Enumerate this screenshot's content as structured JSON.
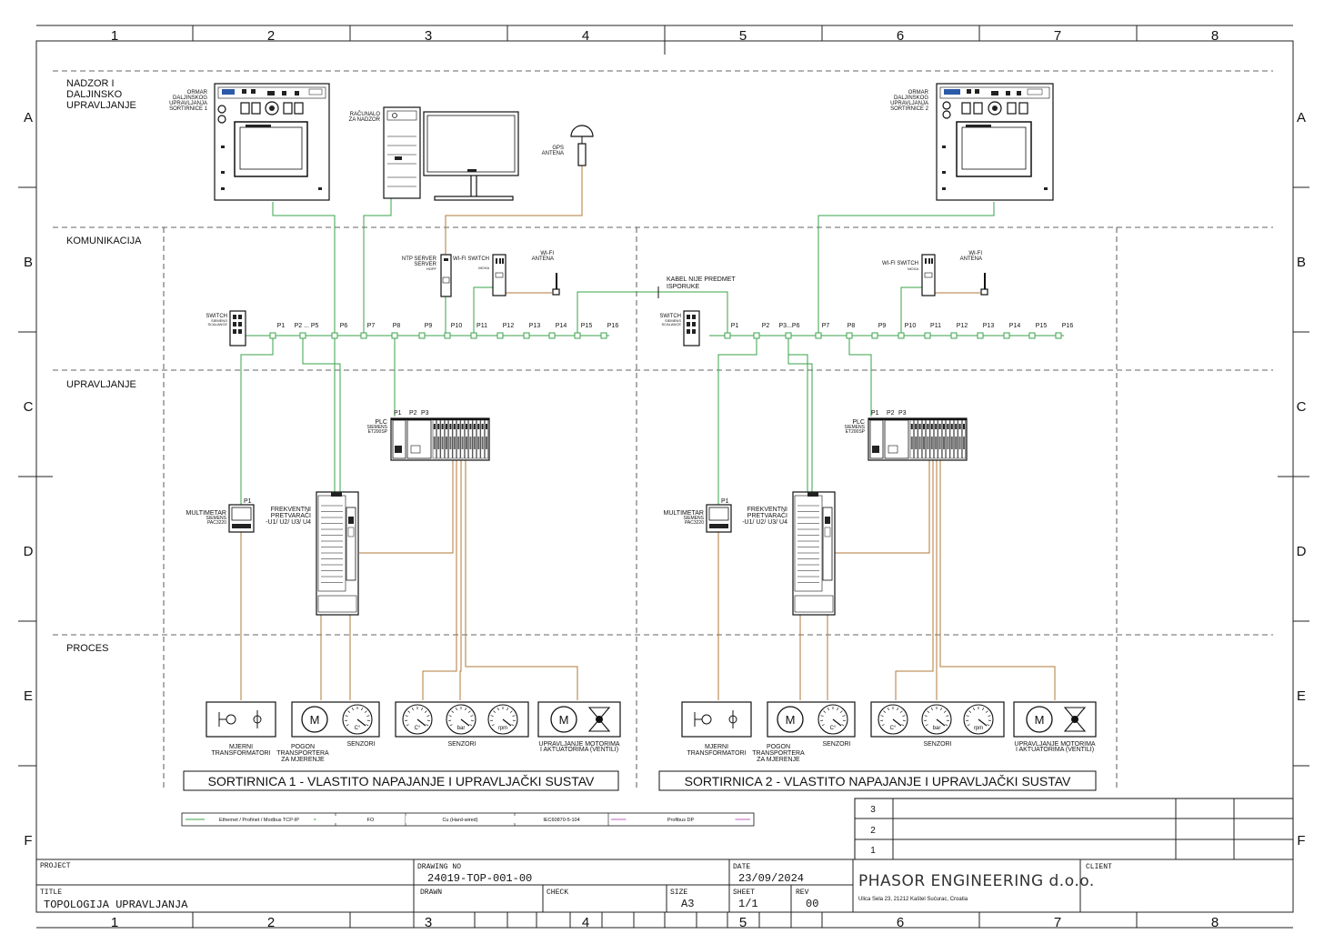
{
  "frame": {
    "columns": [
      "1",
      "2",
      "3",
      "4",
      "5",
      "6",
      "7",
      "8"
    ],
    "rows": [
      "A",
      "B",
      "C",
      "D",
      "E",
      "F"
    ]
  },
  "sections": {
    "monitoring": "NADZOR I DALJINSKO UPRAVLJANJE",
    "communication": "KOMUNIKACIJA",
    "control": "UPRAVLJANJE",
    "process": "PROCES"
  },
  "devices": {
    "cabinet1": "ORMAR DALJINSKOG UPRAVLJANJA SORTIRNICE 1",
    "cabinet2": "ORMAR DALJINSKOG UPRAVLJANJA SORTIRNICE 2",
    "pc": "RAČUNALO ZA NADZOR",
    "gps": "GPS ANTENA",
    "ntp": "NTP SERVER",
    "ntp_model": "HOPF",
    "wifi_switch": "WI-FI SWITCH",
    "wifi_switch_model": "MOXA",
    "wifi_antenna": "WI-FI ANTENA",
    "switch": "SWITCH",
    "switch_model": "SIEMENS SCALANCE",
    "cable_note": "KABEL NIJE PREDMET ISPORUKE",
    "plc": "PLC",
    "plc_model": "SIEMENS ET200SP",
    "multimeter": "MULTIMETAR",
    "multimeter_model": "SIEMENS PAC3220",
    "vfd": "FREKVENTNI PRETVARAČI -U1/ U2/ U3/ U4",
    "port_p1": "P1"
  },
  "ports_left": [
    "P1",
    "P2 ... P5",
    "P6",
    "P7",
    "P8",
    "P9",
    "P10",
    "P11",
    "P12",
    "P13",
    "P14",
    "P15",
    "P16"
  ],
  "ports_right": [
    "P1",
    "P2",
    "P3...P6",
    "P7",
    "P8",
    "P9",
    "P10",
    "P11",
    "P12",
    "P13",
    "P14",
    "P15",
    "P16"
  ],
  "plc_ports": [
    "P1",
    "P2",
    "P3"
  ],
  "process": {
    "transformers": "MJERNI TRANSFORMATORI",
    "drive": "POGON TRANSPORTERA ZA MJERENJE",
    "sensors": "SENZORI",
    "motor_ctrl": "UPRAVLJANJE MOTORIMA I AKTUATORIMA (VENTILI)",
    "unit_c": "C°",
    "unit_bar": "bar",
    "unit_rpm": "rpm",
    "motor_letter": "M"
  },
  "system_titles": [
    "SORTIRNICA 1 - VLASTITO NAPAJANJE I UPRAVLJAČKI SUSTAV",
    "SORTIRNICA 2 - VLASTITO NAPAJANJE I UPRAVLJAČKI SUSTAV"
  ],
  "legend": [
    {
      "label": "Ethernet / Profinet / Modbus TCP-IP",
      "color": "#3aa34a"
    },
    {
      "label": "FO",
      "color": "#c0504d"
    },
    {
      "label": "Cu (Hard-wired)",
      "color": "#b07a3a"
    },
    {
      "label": "IEC60870-5-104",
      "color": "#3b8fd6"
    },
    {
      "label": "Profibus DP",
      "color": "#c060c0"
    }
  ],
  "revisions": [
    "3",
    "2",
    "1"
  ],
  "title_block": {
    "project_label": "PROJECT",
    "drawing_no_label": "DRAWING NO",
    "drawing_no": "24019-TOP-001-00",
    "date_label": "DATE",
    "date": "23/09/2024",
    "title_label": "TITLE",
    "title": "TOPOLOGIJA UPRAVLJANJA",
    "drawn_label": "DRAWN",
    "check_label": "CHECK",
    "size_label": "SIZE",
    "size": "A3",
    "sheet_label": "SHEET",
    "sheet": "1/1",
    "rev_label": "REV",
    "rev": "00",
    "company": "PHASOR ENGINEERING d.o.o.",
    "address": "Ulica Sela 23, 21212 Kaštel Sućurac, Croatia",
    "client_label": "CLIENT"
  }
}
